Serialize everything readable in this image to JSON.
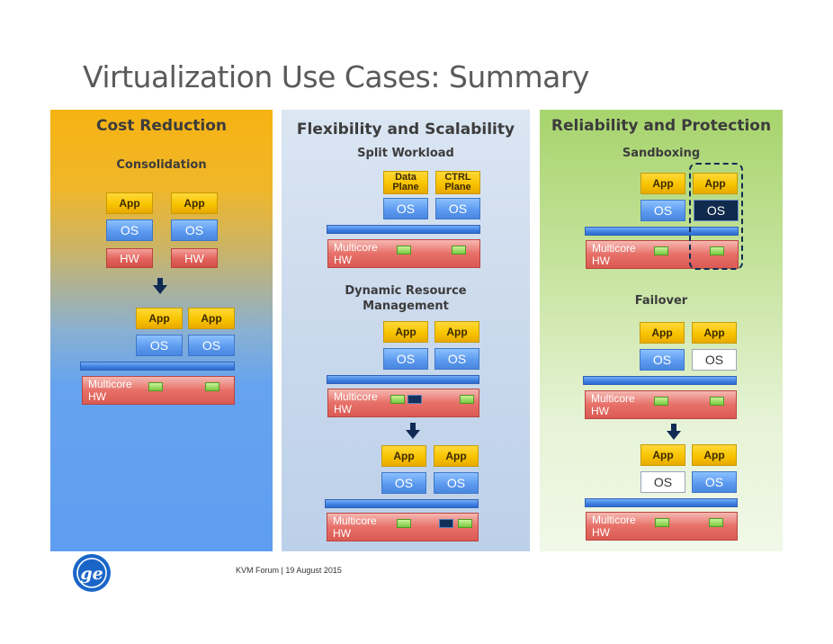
{
  "title": "Virtualization Use Cases: Summary",
  "colors": {
    "app": "#f8c400",
    "os": "#5a98ee",
    "hw": "#e2625b",
    "bus": "#3f7fe0",
    "os_isolated": "#0f2a4d"
  },
  "labels": {
    "app": "App",
    "os": "OS",
    "hw": "HW",
    "multicore": "Multicore\nHW",
    "data_plane_1": "Data",
    "data_plane_2": "Plane",
    "ctrl_plane_1": "CTRL",
    "ctrl_plane_2": "Plane"
  },
  "panels": {
    "cost": {
      "title": "Cost Reduction",
      "sections": [
        "Consolidation"
      ]
    },
    "flex": {
      "title": "Flexibility and Scalability",
      "sections": [
        "Split Workload",
        "Dynamic Resource\nManagement"
      ]
    },
    "rel": {
      "title": "Reliability and Protection",
      "sections": [
        "Sandboxing",
        "Failover"
      ]
    }
  },
  "footer": {
    "text": "KVM Forum | 19 August 2015",
    "logo": "ge-logo"
  }
}
